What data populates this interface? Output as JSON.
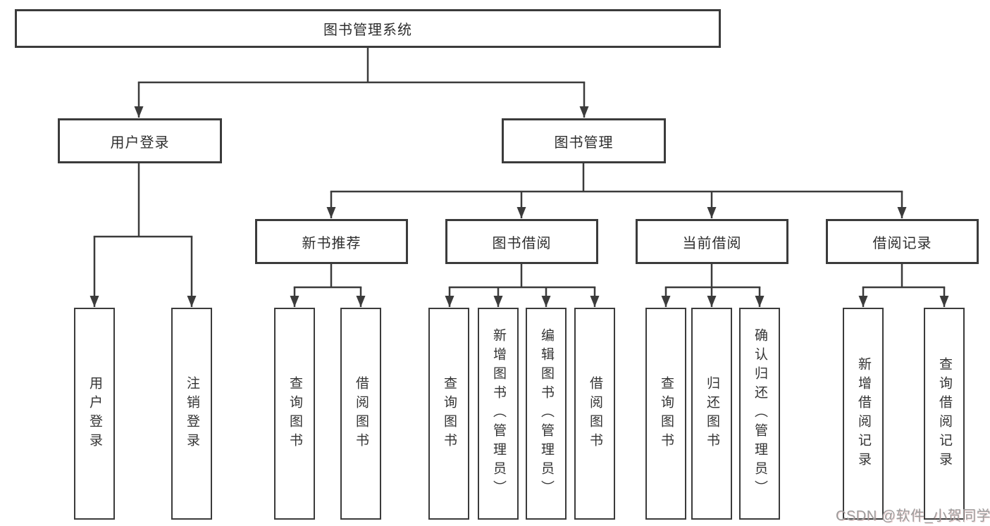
{
  "diagram": {
    "type": "hierarchy-tree",
    "root": {
      "label": "图书管理系统",
      "children": [
        {
          "label": "用户登录",
          "children": [
            {
              "label": "用户登录"
            },
            {
              "label": "注销登录"
            }
          ]
        },
        {
          "label": "图书管理",
          "children": [
            {
              "label": "新书推荐",
              "children": [
                {
                  "label": "查询图书"
                },
                {
                  "label": "借阅图书"
                }
              ]
            },
            {
              "label": "图书借阅",
              "children": [
                {
                  "label": "查询图书"
                },
                {
                  "label": "新增图书（管理员）"
                },
                {
                  "label": "编辑图书（管理员）"
                },
                {
                  "label": "借阅图书"
                }
              ]
            },
            {
              "label": "当前借阅",
              "children": [
                {
                  "label": "查询图书"
                },
                {
                  "label": "归还图书"
                },
                {
                  "label": "确认归还（管理员）"
                }
              ]
            },
            {
              "label": "借阅记录",
              "children": [
                {
                  "label": "新增借阅记录"
                },
                {
                  "label": "查询借阅记录"
                }
              ]
            }
          ]
        }
      ]
    }
  },
  "watermark": {
    "text": "CSDN @软件_小贺同学",
    "color": "#9c9c9c"
  },
  "colors": {
    "background": "#ffffff",
    "box_border": "#3b3b3b",
    "connector_line": "#3b3b3b",
    "text": "#2e2e2e"
  }
}
